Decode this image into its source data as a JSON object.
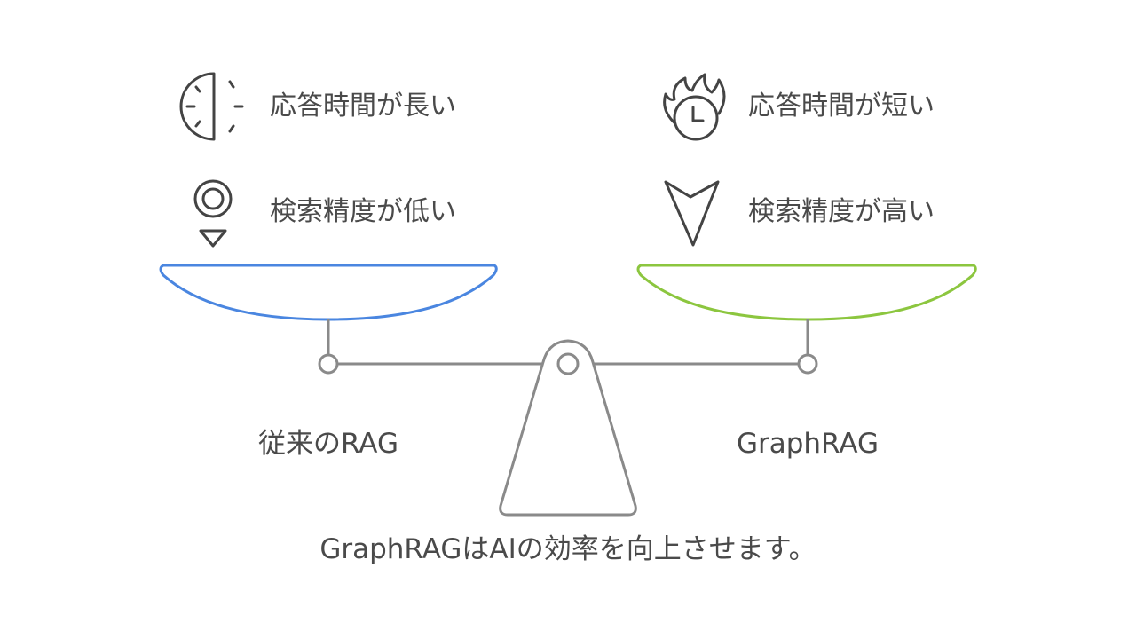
{
  "left": {
    "title": "従来のRAG",
    "accent": "#4a86e0",
    "items": [
      {
        "icon": "half-clock-icon",
        "text": "応答時間が長い"
      },
      {
        "icon": "target-down-icon",
        "text": "検索精度が低い"
      }
    ]
  },
  "right": {
    "title": "GraphRAG",
    "accent": "#8cc63f",
    "items": [
      {
        "icon": "fire-clock-icon",
        "text": "応答時間が短い"
      },
      {
        "icon": "arrow-down-icon",
        "text": "検索精度が高い"
      }
    ]
  },
  "caption": "GraphRAGはAIの効率を向上させます。",
  "colors": {
    "structure": "#8a8a8a",
    "text": "#4a4a4a",
    "icon": "#444444"
  }
}
